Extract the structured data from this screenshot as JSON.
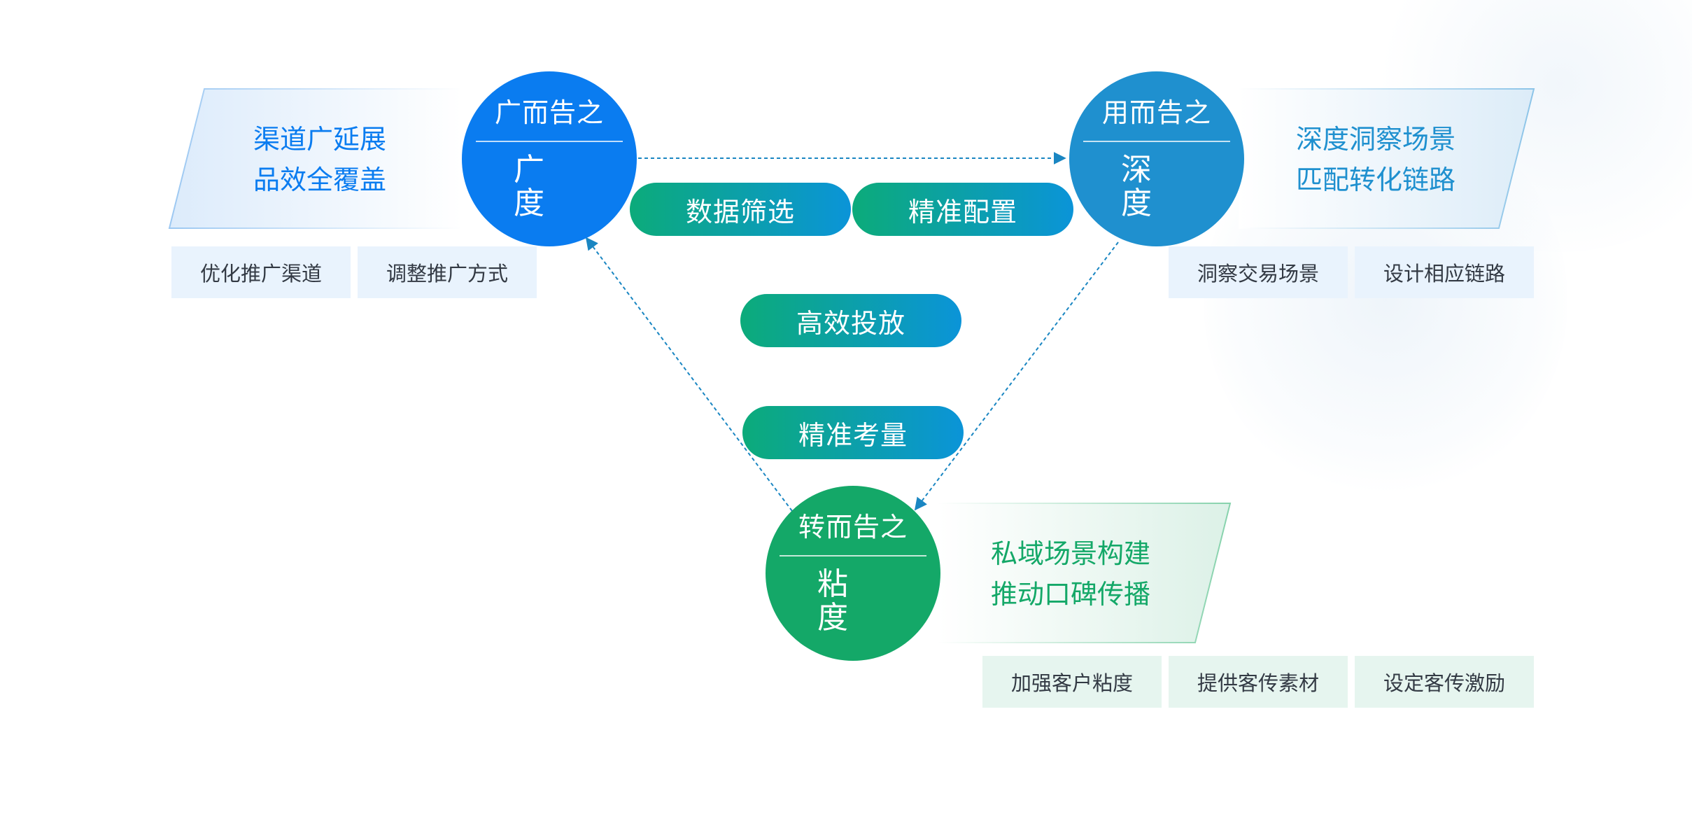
{
  "colors": {
    "blue": "#0a7cf0",
    "teal_blue": "#1f90cf",
    "green": "#14a868",
    "arrow": "#1a86c2",
    "pill_gradient_from": "#0cab7a",
    "pill_gradient_to": "#0b94d8"
  },
  "nodes": {
    "breadth": {
      "top": "广而告之",
      "bottom": "广度",
      "slogan": [
        "渠道广延展",
        "品效全覆盖"
      ],
      "tags": [
        "优化推广渠道",
        "调整推广方式"
      ]
    },
    "depth": {
      "top": "用而告之",
      "bottom": "深度",
      "slogan": [
        "深度洞察场景",
        "匹配转化链路"
      ],
      "tags": [
        "洞察交易场景",
        "设计相应链路"
      ]
    },
    "stickiness": {
      "top": "转而告之",
      "bottom": "粘度",
      "slogan": [
        "私域场景构建",
        "推动口碑传播"
      ],
      "tags": [
        "加强客户粘度",
        "提供客传素材",
        "设定客传激励"
      ]
    }
  },
  "center": {
    "pills": [
      "数据筛选",
      "精准配置",
      "高效投放",
      "精准考量"
    ]
  }
}
